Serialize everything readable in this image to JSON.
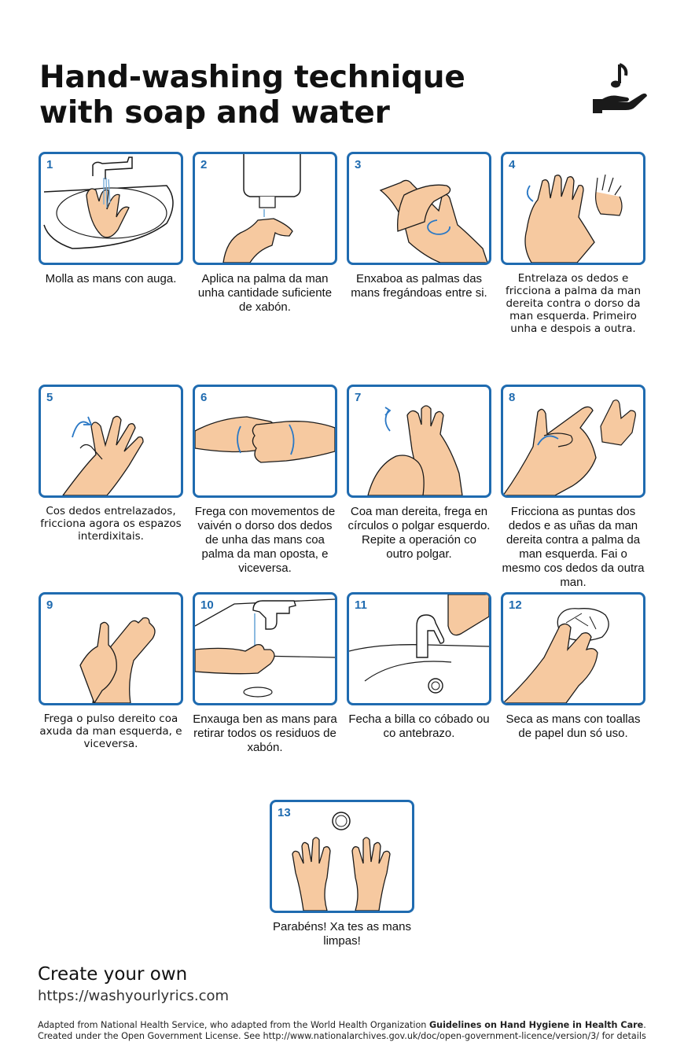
{
  "title": {
    "line1": "Hand-washing technique",
    "line2": "with soap and water"
  },
  "logo_icon": "hand-with-music-note-icon",
  "colors": {
    "panel_border": "#1f6bb0",
    "skin": "#f6c9a0",
    "outline": "#1a1a1a",
    "arrow": "#2a78c5"
  },
  "steps": [
    {
      "number": "1",
      "caption": "Molla as mans con auga.",
      "icon": "wet-hands-icon"
    },
    {
      "number": "2",
      "caption": "Aplica na palma da man unha cantidade suficiente de xabón.",
      "icon": "soap-dispenser-icon"
    },
    {
      "number": "3",
      "caption": "Enxaboa as palmas das mans fregándoas entre si.",
      "icon": "rub-palms-icon"
    },
    {
      "number": "4",
      "caption": "Entrelaza os dedos e fricciona a palma da man dereita contra o dorso da man esquerda. Primeiro unha e despois a outra.",
      "icon": "back-of-hand-icon"
    },
    {
      "number": "5",
      "caption": "Cos dedos entrelazados, fricciona agora os espazos interdixitais.",
      "icon": "interlaced-fingers-icon"
    },
    {
      "number": "6",
      "caption": "Frega con movementos de vaivén o dorso dos dedos de unha das mans coa palma da man oposta, e viceversa.",
      "icon": "interlocked-fingers-icon"
    },
    {
      "number": "7",
      "caption": "Coa man dereita, frega en círculos o polgar esquerdo. Repite a operación co outro polgar.",
      "icon": "thumb-rub-icon"
    },
    {
      "number": "8",
      "caption": "Fricciona as puntas dos dedos e as uñas da man dereita contra a palma da man esquerda. Fai o mesmo cos dedos da outra man.",
      "icon": "fingertips-rub-icon"
    },
    {
      "number": "9",
      "caption": "Frega o pulso dereito coa axuda da man esquerda, e viceversa.",
      "icon": "wrist-rub-icon"
    },
    {
      "number": "10",
      "caption": "Enxauga ben as mans para retirar todos os residuos de xabón.",
      "icon": "rinse-hands-icon"
    },
    {
      "number": "11",
      "caption": "Fecha a billa co cóbado ou co antebrazo.",
      "icon": "elbow-tap-icon"
    },
    {
      "number": "12",
      "caption": "Seca as mans con toallas de papel dun só uso.",
      "icon": "paper-towel-icon"
    },
    {
      "number": "13",
      "caption": "Parabéns! Xa tes as mans limpas!",
      "icon": "clean-hands-icon"
    }
  ],
  "cta": {
    "heading": "Create your own",
    "url": "https://washyourlyrics.com"
  },
  "footer": {
    "adapted_prefix": "Adapted from National Health Service, who adapted from the World Health Organization ",
    "guidelines": "Guidelines on Hand Hygiene in Health Care",
    "adapted_suffix": ".",
    "license": "Created under the Open Government License. See http://www.nationalarchives.gov.uk/doc/open-government-licence/version/3/ for details"
  }
}
